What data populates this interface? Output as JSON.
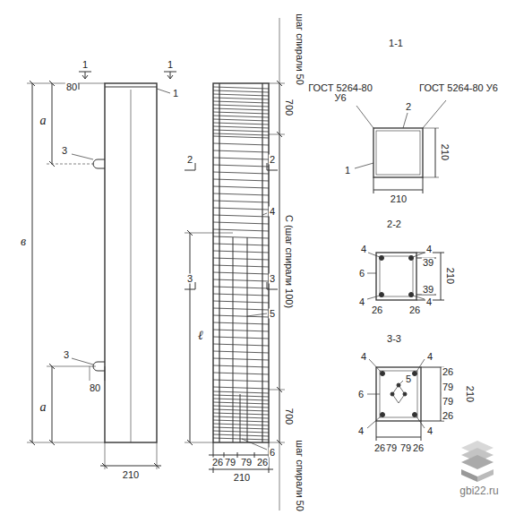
{
  "diagram": {
    "labels": [
      "1",
      "1",
      "80",
      "1",
      "a",
      "3",
      "в",
      "3",
      "80",
      "a",
      "210",
      "шаг спирали 50",
      "700",
      "2",
      "2",
      "4",
      "ℓ",
      "3",
      "3",
      "5",
      "С (шаг спирали 100)",
      "700",
      "6",
      "26",
      "79",
      "79",
      "26",
      "210",
      "шаг спирали 50",
      "1-1",
      "ГОСТ 5264-80 У6",
      "2",
      "ГОСТ 5264-80 У6",
      "1",
      "210",
      "210",
      "2-2",
      "4",
      "4",
      "6",
      "4",
      "26",
      "26",
      "4",
      "39",
      "39",
      "210",
      "3-3",
      "4",
      "4",
      "5",
      "6",
      "4",
      "4",
      "26",
      "79",
      "79",
      "26",
      "210",
      "26",
      "79",
      "79",
      "26",
      "gbi22.ru"
    ]
  }
}
